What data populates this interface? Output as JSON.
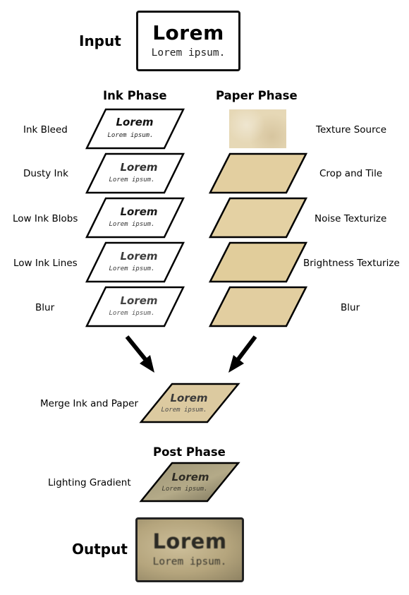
{
  "input": {
    "label": "Input",
    "title_text": "Lorem",
    "body_text": "Lorem ipsum."
  },
  "ink_phase": {
    "heading": "Ink Phase",
    "steps": [
      "Ink Bleed",
      "Dusty Ink",
      "Low Ink Blobs",
      "Low Ink Lines",
      "Blur"
    ]
  },
  "paper_phase": {
    "heading": "Paper Phase",
    "steps": [
      "Texture Source",
      "Crop and Tile",
      "Noise Texturize",
      "Brightness Texturize",
      "Blur"
    ]
  },
  "merge": {
    "label": "Merge Ink and Paper"
  },
  "post_phase": {
    "heading": "Post Phase",
    "steps": [
      "Lighting Gradient"
    ]
  },
  "output": {
    "label": "Output",
    "title_text": "Lorem",
    "body_text": "Lorem ipsum."
  },
  "card_text": {
    "title": "Lorem",
    "body": "Lorem ipsum."
  },
  "colors": {
    "paper": "#e3cfa0",
    "merged": "#dccaa0",
    "lit_dark": "#777058",
    "ink": "#111111",
    "outline": "#000000"
  },
  "icons": {
    "arrow": "arrow-down-diagonal-icon"
  }
}
